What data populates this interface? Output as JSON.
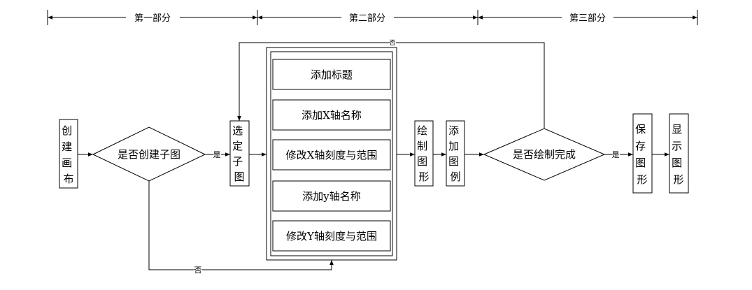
{
  "sections": [
    {
      "label": "第一部分"
    },
    {
      "label": "第二部分"
    },
    {
      "label": "第三部分"
    }
  ],
  "nodes": {
    "create_canvas": {
      "chars": [
        "创",
        "建",
        "画",
        "布"
      ]
    },
    "create_subplot_decision": {
      "label": "是否创建子图"
    },
    "select_subplot": {
      "chars": [
        "选",
        "定",
        "子",
        "图"
      ]
    },
    "group_steps": [
      {
        "label": "添加标题"
      },
      {
        "label": "添加X轴名称"
      },
      {
        "label": "修改X轴刻度与范围"
      },
      {
        "label": "添加y轴名称"
      },
      {
        "label": "修改Y轴刻度与范围"
      }
    ],
    "draw_figure": {
      "chars": [
        "绘",
        "制",
        "图",
        "形"
      ]
    },
    "add_legend": {
      "chars": [
        "添",
        "加",
        "图",
        "例"
      ]
    },
    "draw_done_decision": {
      "label": "是否绘制完成"
    },
    "save_figure": {
      "chars": [
        "保",
        "存",
        "图",
        "形"
      ]
    },
    "show_figure": {
      "chars": [
        "显",
        "示",
        "图",
        "形"
      ]
    }
  },
  "edge_labels": {
    "yes_subplot": "是",
    "no_subplot": "否",
    "no_done": "否",
    "yes_done": "是"
  }
}
